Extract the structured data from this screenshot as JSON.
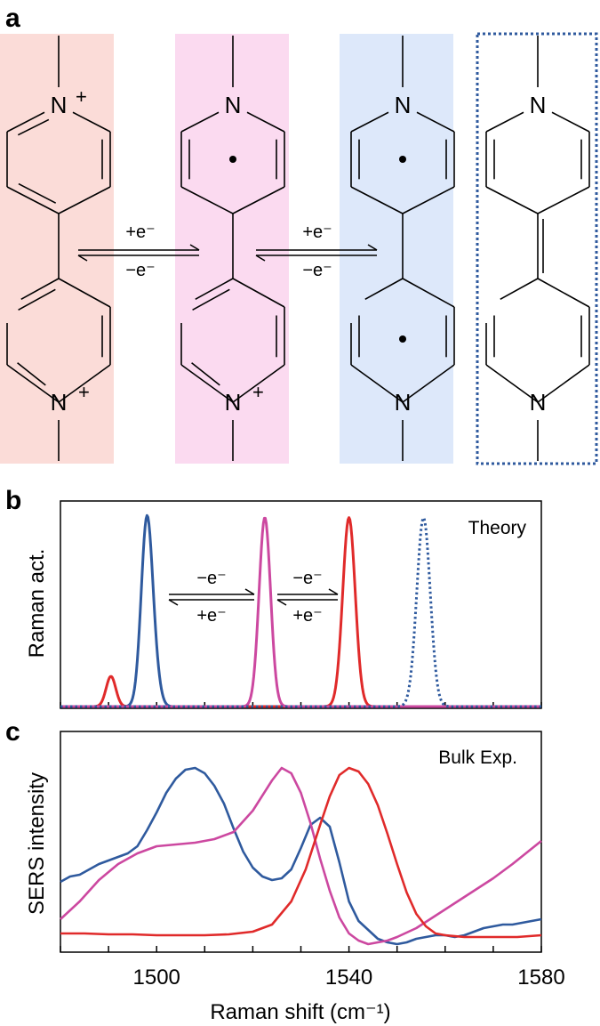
{
  "panel_a": {
    "label": "a",
    "atom_n": "N",
    "plus": "+",
    "arrow1_top": "+e⁻",
    "arrow1_bottom": "−e⁻",
    "arrow2_top": "+e⁻",
    "arrow2_bottom": "−e⁻",
    "colors": {
      "dication": "#fbdcd8",
      "radical": "#fbdaf0",
      "neutral": "#dde8fa",
      "quinoid_border": "#2f5a9e"
    }
  },
  "panel_b": {
    "label": "b",
    "tag": "Theory",
    "ylabel": "Raman act.",
    "arrow1_top": "−e⁻",
    "arrow1_bottom": "+e⁻",
    "arrow2_top": "−e⁻",
    "arrow2_bottom": "+e⁻"
  },
  "panel_c": {
    "label": "c",
    "tag": "Bulk Exp.",
    "ylabel": "SERS intensity"
  },
  "chart_data": [
    {
      "type": "line",
      "title": "",
      "xlabel": "",
      "ylabel": "Raman act.",
      "xlim": [
        1480,
        1580
      ],
      "ylim": [
        0,
        1.05
      ],
      "x_ticks": [
        1480,
        1490,
        1500,
        1510,
        1520,
        1530,
        1540,
        1550,
        1560,
        1570,
        1580
      ],
      "series": [
        {
          "color": "#2f5a9e",
          "style": "solid",
          "peaks": [
            {
              "x": 1498,
              "height": 1.0,
              "width": 1.2
            },
            {
              "x": 1500,
              "height": 0.08,
              "width": 1.0
            }
          ]
        },
        {
          "color": "#e02a2a",
          "style": "solid",
          "peaks": [
            {
              "x": 1540,
              "height": 1.0,
              "width": 1.3
            },
            {
              "x": 1490.5,
              "height": 0.16,
              "width": 1.0
            }
          ]
        },
        {
          "color": "#cc48a0",
          "style": "solid",
          "peaks": [
            {
              "x": 1522.5,
              "height": 1.0,
              "width": 1.2
            }
          ]
        },
        {
          "color": "#2f5a9e",
          "style": "dotted",
          "peaks": [
            {
              "x": 1555.5,
              "height": 1.0,
              "width": 1.4
            }
          ]
        }
      ]
    },
    {
      "type": "line",
      "title": "",
      "xlabel": "Raman shift (cm⁻¹)",
      "ylabel": "SERS intensity",
      "xlim": [
        1480,
        1580
      ],
      "ylim": [
        0,
        1.05
      ],
      "x_ticks": [
        1500,
        1540,
        1580
      ],
      "x_tick_labels": [
        "1500",
        "1540",
        "1580"
      ],
      "minor_ticks": [
        1480,
        1490,
        1510,
        1520,
        1530,
        1550,
        1560,
        1570
      ],
      "series": [
        {
          "color": "#2f5a9e",
          "x": [
            1480,
            1482,
            1484,
            1486,
            1488,
            1490,
            1492,
            1494,
            1496,
            1498,
            1500,
            1502,
            1504,
            1506,
            1508,
            1510,
            1512,
            1514,
            1516,
            1518,
            1520,
            1522,
            1524,
            1526,
            1528,
            1530,
            1532,
            1534,
            1536,
            1538,
            1540,
            1542,
            1544,
            1546,
            1548,
            1550,
            1552,
            1554,
            1556,
            1558,
            1560,
            1562,
            1564,
            1566,
            1568,
            1570,
            1572,
            1574,
            1576,
            1578,
            1580
          ],
          "y": [
            0.36,
            0.39,
            0.4,
            0.43,
            0.46,
            0.48,
            0.5,
            0.52,
            0.56,
            0.65,
            0.75,
            0.86,
            0.94,
            0.99,
            1.0,
            0.97,
            0.9,
            0.8,
            0.66,
            0.53,
            0.44,
            0.39,
            0.37,
            0.38,
            0.43,
            0.55,
            0.68,
            0.72,
            0.67,
            0.47,
            0.25,
            0.14,
            0.09,
            0.04,
            0.02,
            0.01,
            0.02,
            0.04,
            0.05,
            0.06,
            0.06,
            0.05,
            0.06,
            0.08,
            0.1,
            0.11,
            0.12,
            0.12,
            0.13,
            0.14,
            0.15
          ]
        },
        {
          "color": "#cc48a0",
          "x": [
            1480,
            1484,
            1488,
            1492,
            1496,
            1500,
            1504,
            1508,
            1512,
            1516,
            1520,
            1524,
            1526,
            1528,
            1530,
            1532,
            1534,
            1536,
            1538,
            1540,
            1542,
            1544,
            1546,
            1548,
            1550,
            1554,
            1558,
            1562,
            1566,
            1570,
            1574,
            1580
          ],
          "y": [
            0.15,
            0.25,
            0.37,
            0.46,
            0.52,
            0.56,
            0.57,
            0.58,
            0.6,
            0.64,
            0.76,
            0.93,
            1.0,
            0.97,
            0.86,
            0.69,
            0.49,
            0.31,
            0.16,
            0.07,
            0.03,
            0.01,
            0.02,
            0.03,
            0.05,
            0.1,
            0.17,
            0.24,
            0.31,
            0.38,
            0.46,
            0.59
          ]
        },
        {
          "color": "#e02a2a",
          "x": [
            1480,
            1485,
            1490,
            1495,
            1500,
            1505,
            1510,
            1515,
            1520,
            1524,
            1528,
            1531,
            1534,
            1536,
            1538,
            1540,
            1542,
            1544,
            1546,
            1548,
            1550,
            1552,
            1554,
            1556,
            1558,
            1560,
            1564,
            1570,
            1575,
            1580
          ],
          "y": [
            0.07,
            0.07,
            0.065,
            0.065,
            0.06,
            0.06,
            0.06,
            0.065,
            0.08,
            0.12,
            0.25,
            0.43,
            0.68,
            0.84,
            0.96,
            1.0,
            0.98,
            0.91,
            0.79,
            0.63,
            0.46,
            0.3,
            0.18,
            0.11,
            0.07,
            0.06,
            0.05,
            0.05,
            0.05,
            0.06
          ]
        }
      ]
    }
  ]
}
